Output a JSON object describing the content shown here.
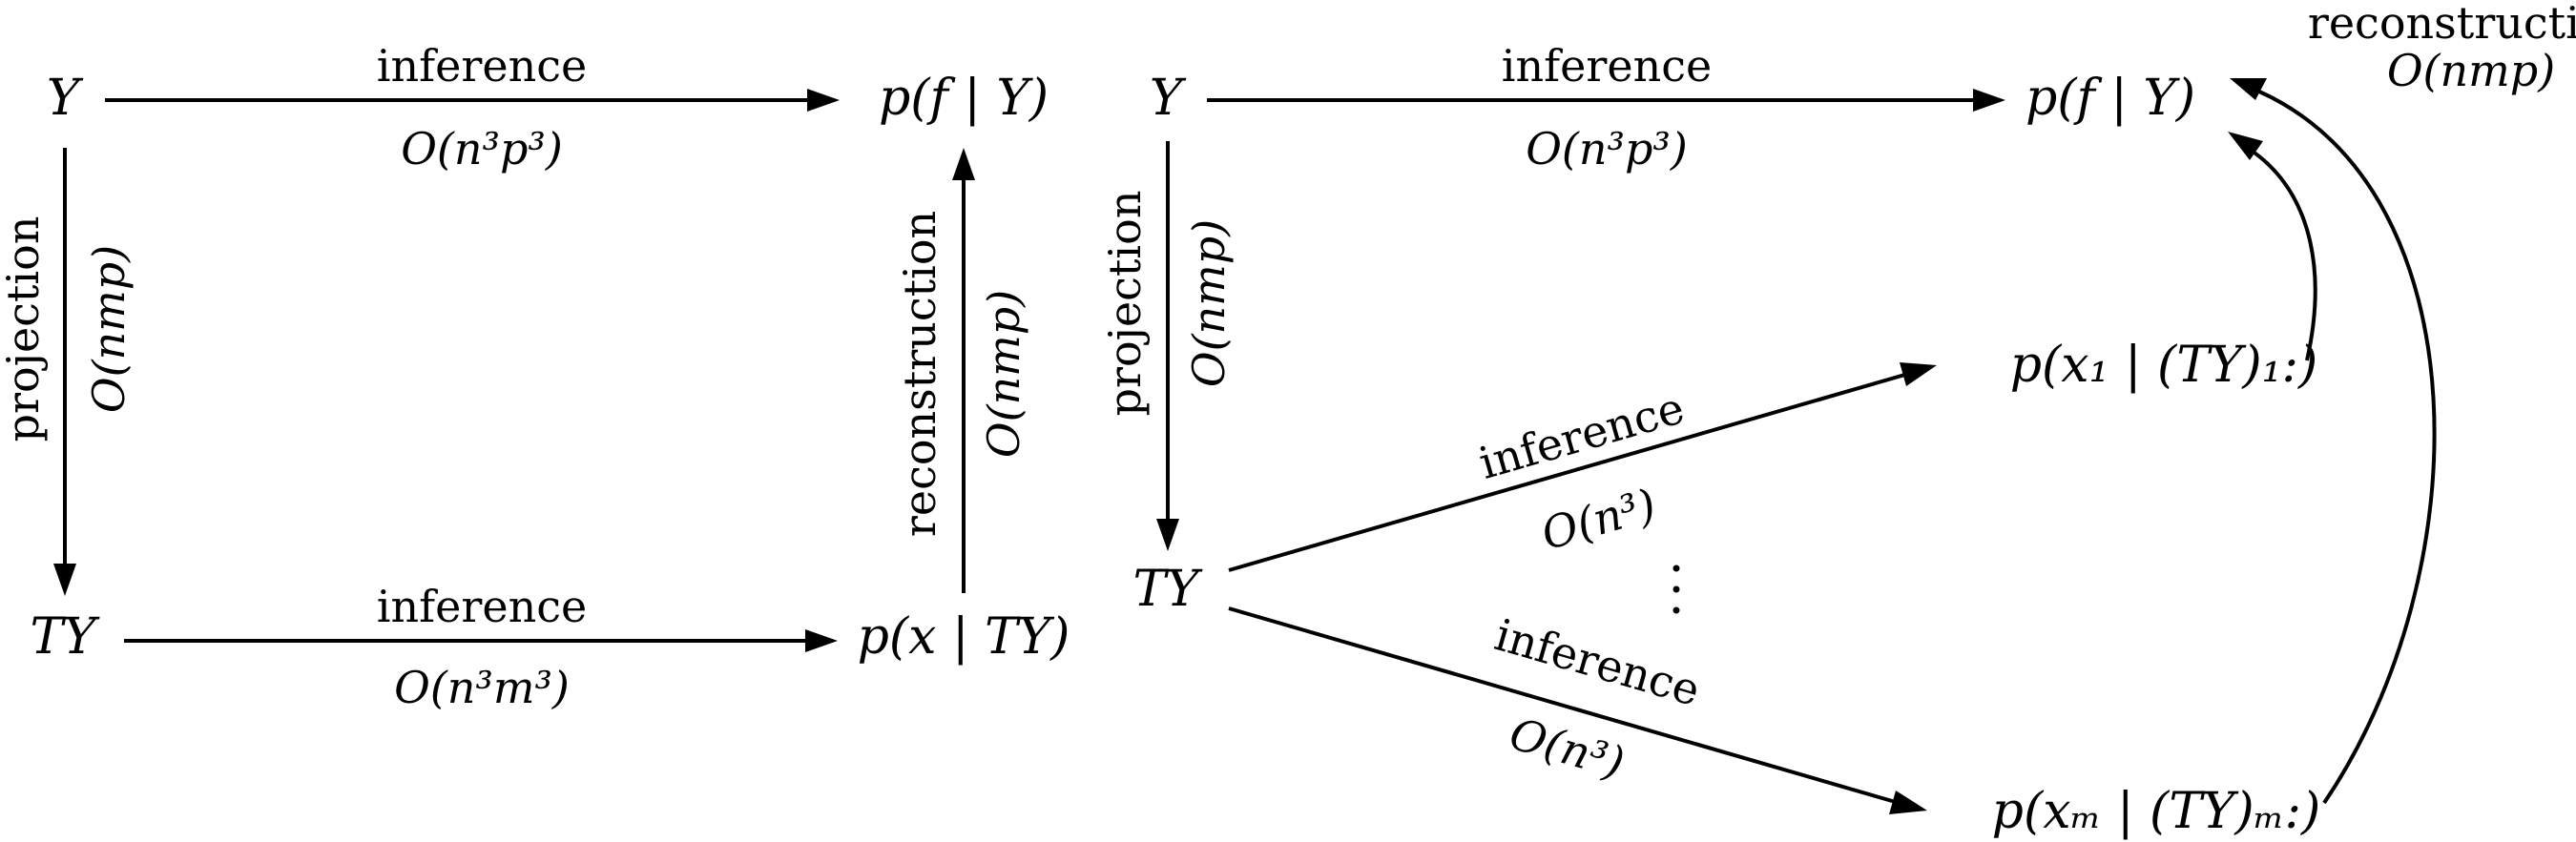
{
  "left_diagram": {
    "nodes": {
      "y": "Y",
      "posterior_f": "p(f | Y)",
      "ty": "TY",
      "posterior_x": "p(x | TY)"
    },
    "edges": {
      "top_label": "inference",
      "top_complexity": "O(n³p³)",
      "left_label": "projection",
      "left_complexity": "O(nmp)",
      "bottom_label": "inference",
      "bottom_complexity": "O(n³m³)",
      "right_label": "reconstruction",
      "right_complexity": "O(nmp)"
    }
  },
  "right_diagram": {
    "nodes": {
      "y": "Y",
      "posterior_f": "p(f | Y)",
      "ty": "TY",
      "posterior_x1": "p(x₁ | (TY)₁:)",
      "posterior_xm": "p(xₘ | (TY)ₘ:)"
    },
    "edges": {
      "top_label": "inference",
      "top_complexity": "O(n³p³)",
      "left_label": "projection",
      "left_complexity": "O(nmp)",
      "upper_diag_label": "inference",
      "upper_diag_complexity": "O(n³)",
      "lower_diag_label": "inference",
      "lower_diag_complexity": "O(n³)",
      "reconstruction_label": "reconstruction",
      "reconstruction_complexity": "O(nmp)"
    }
  }
}
